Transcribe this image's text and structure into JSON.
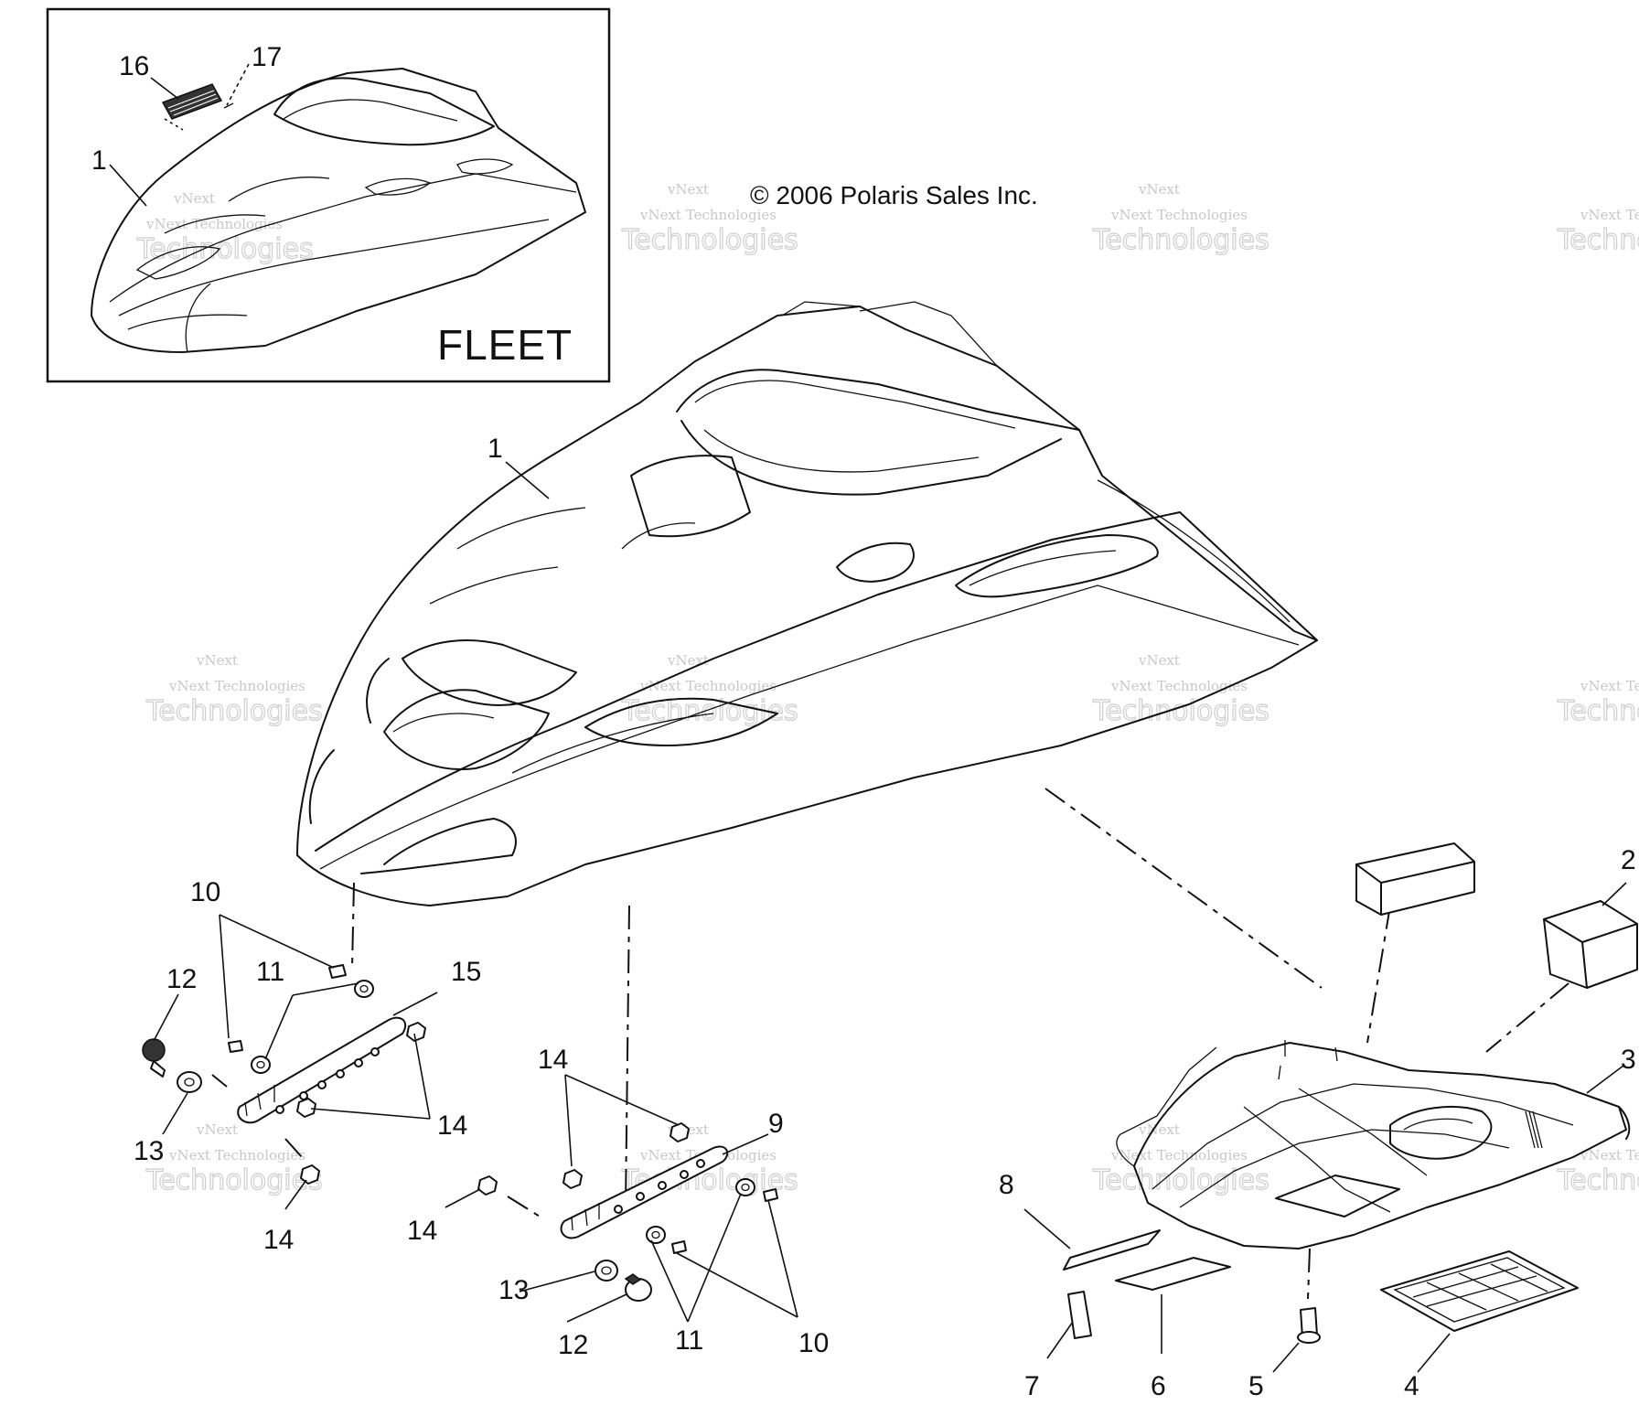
{
  "copyright": "© 2006 Polaris Sales Inc.",
  "inset": {
    "title": "FLEET"
  },
  "watermark": {
    "line1": "vNext Technologies",
    "line2": "Technologies",
    "line3": "vNext"
  },
  "callouts": {
    "c1": "1",
    "c2": "2",
    "c3": "3",
    "c4": "4",
    "c5": "5",
    "c6": "6",
    "c7": "7",
    "c8": "8",
    "c9": "9",
    "c10": "10",
    "c11": "11",
    "c12": "12",
    "c13": "13",
    "c14": "14",
    "c15": "15",
    "c16": "16",
    "c17": "17"
  }
}
